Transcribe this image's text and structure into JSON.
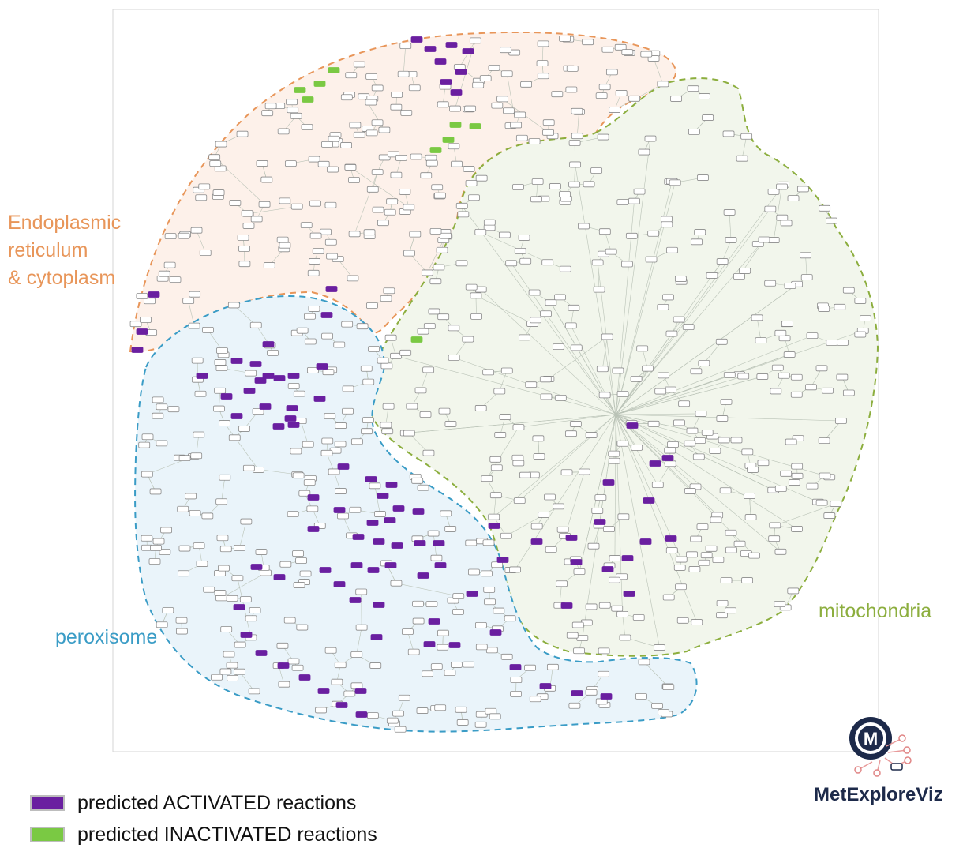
{
  "regions": [
    {
      "id": "er",
      "label_lines": [
        "Endoplasmic",
        "reticulum",
        "& cytoplasm"
      ],
      "color": "#e8965a",
      "fill": "#fdf1ea"
    },
    {
      "id": "mito",
      "label_lines": [
        "mitochondria"
      ],
      "color": "#8cae3e",
      "fill": "#f2f6ec"
    },
    {
      "id": "perox",
      "label_lines": [
        "peroxisome"
      ],
      "color": "#3a9cc6",
      "fill": "#eaf4fa"
    }
  ],
  "legend": [
    {
      "label": "predicted ACTIVATED reactions",
      "color": "#6a1fa0"
    },
    {
      "label": "predicted INACTIVATED reactions",
      "color": "#7ac943"
    }
  ],
  "logo": {
    "text": "MetExploreViz",
    "text_color": "#1d2a4a"
  },
  "node_colors": {
    "activated": "#6a1fa0",
    "inactivated": "#7ac943",
    "neutral": "#ffffff",
    "edge": "#b9c2b6"
  }
}
